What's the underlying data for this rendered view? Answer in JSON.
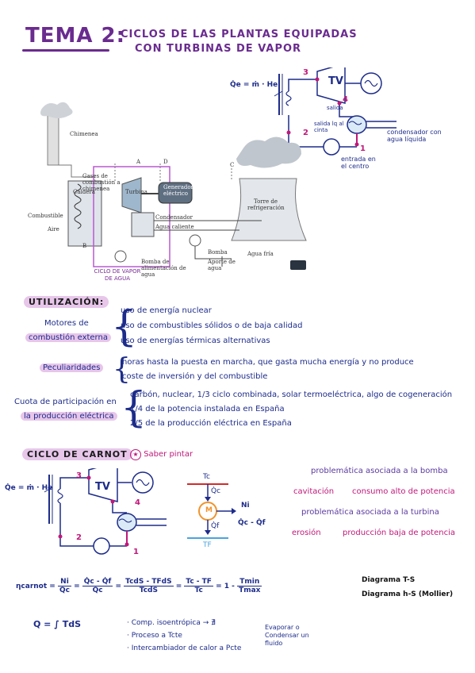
{
  "title": {
    "tema": "TEMA 2:",
    "line1": "CICLOS DE LAS PLANTAS EQUIPADAS",
    "line2": "CON TURBINAS DE VAPOR"
  },
  "top_schematic": {
    "q_label": "Q̇e = ṁ · He",
    "tv": "TV",
    "n3": "3",
    "n4": "4",
    "n2": "2",
    "n1": "1",
    "salida": "salida",
    "salida_lq": "salida lq al cinta",
    "condensador": "condensador con agua líquida",
    "entrada": "entrada en el centro"
  },
  "plant_figure": {
    "chimenea": "Chimenea",
    "gases": "Gases de combustión a chimenea",
    "caldera": "Caldera",
    "turbina": "Turbina",
    "generador": "Generador eléctrico",
    "combustible": "Combustible",
    "aire": "Aire",
    "condensador": "Condensador",
    "agua_caliente": "Agua caliente",
    "torre": "Torre de refrigeración",
    "bomba_alim": "Bomba de alimentación de agua",
    "aporte": "Aporte de agua",
    "bomba": "Bomba",
    "agua_fria": "Agua fría",
    "A": "A",
    "B": "B",
    "C": "C",
    "D": "D",
    "ciclo": "CICLO DE VAPOR DE AGUA"
  },
  "utilizacion": {
    "heading": "UTILIZACIÓN:",
    "motores_1": "Motores de",
    "motores_2": "combustión externa",
    "items": [
      "uso de energía nuclear",
      "uso de combustibles sólidos o de baja calidad",
      "uso de energías térmicas alternativas"
    ],
    "peculiaridades": "Peculiaridades",
    "pec_items": [
      "horas hasta la puesta en marcha, que gasta mucha energía y no produce",
      "coste de inversión y del combustible"
    ],
    "cuota_1": "Cuota de participación en",
    "cuota_2": "la producción eléctrica",
    "cuota_items": [
      "carbón, nuclear, 1/3 ciclo combinada, solar termoeléctrica, algo de cogeneración",
      "1/4 de la potencia instalada en España",
      "2/5 de la producción eléctrica en España"
    ]
  },
  "carnot": {
    "heading": "CICLO DE CARNOT",
    "saber": "Saber pintar",
    "q_label": "Q̇e = ṁ · He",
    "tv": "TV",
    "n3": "3",
    "n4": "4",
    "n2": "2",
    "n1": "1",
    "tc": "Tc",
    "qc": "Q̇c",
    "m": "M",
    "qf": "Q̇f",
    "tf": "TF",
    "ni": "Ni",
    "diff": "Q̇c - Q̇f",
    "prob_bomba": "problemática asociada a la bomba",
    "cavitacion": "cavitación",
    "consumo": "consumo alto de potencia",
    "prob_turbina": "problemática asociada a la turbina",
    "erosion": "erosión",
    "produccion": "producción baja de potencia",
    "eta": "ηcarnot",
    "eq_ni": "Ni",
    "eq_qc": "Q̇c",
    "eq_num2": "Q̇c - Q̇f",
    "eq_den2": "Q̇c",
    "eq_num3": "TcdS - TFdS",
    "eq_den3": "TcdS",
    "eq_num4": "Tc - TF",
    "eq_den4": "Tc",
    "eq_one": "1 -",
    "eq_num5": "Tmin",
    "eq_den5": "Tmax",
    "diag_ts": "Diagrama T-S",
    "diag_hs": "Diagrama h-S (Mollier)",
    "q_int": "Q = ∫ TdS",
    "bullets": [
      "Comp. isoentrópica → ∄",
      "Proceso a Tcte",
      "Intercambiador de calor a Pcte"
    ],
    "evaporar": "Evaporar o Condensar un fluido"
  }
}
